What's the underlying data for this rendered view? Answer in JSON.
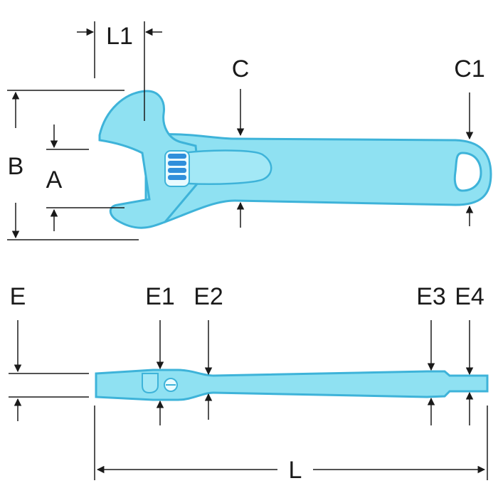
{
  "colors": {
    "wrench_fill": "#8fe1f2",
    "wrench_stroke": "#3eb3d9",
    "worm_fill": "#2f8fdb",
    "dimension_line": "#1a1a1a",
    "background": "#ffffff"
  },
  "top_view": {
    "labels": {
      "L1": "L1",
      "C": "C",
      "C1": "C1",
      "B": "B",
      "A": "A"
    }
  },
  "side_view": {
    "labels": {
      "E": "E",
      "E1": "E1",
      "E2": "E2",
      "E3": "E3",
      "E4": "E4",
      "L": "L"
    }
  }
}
